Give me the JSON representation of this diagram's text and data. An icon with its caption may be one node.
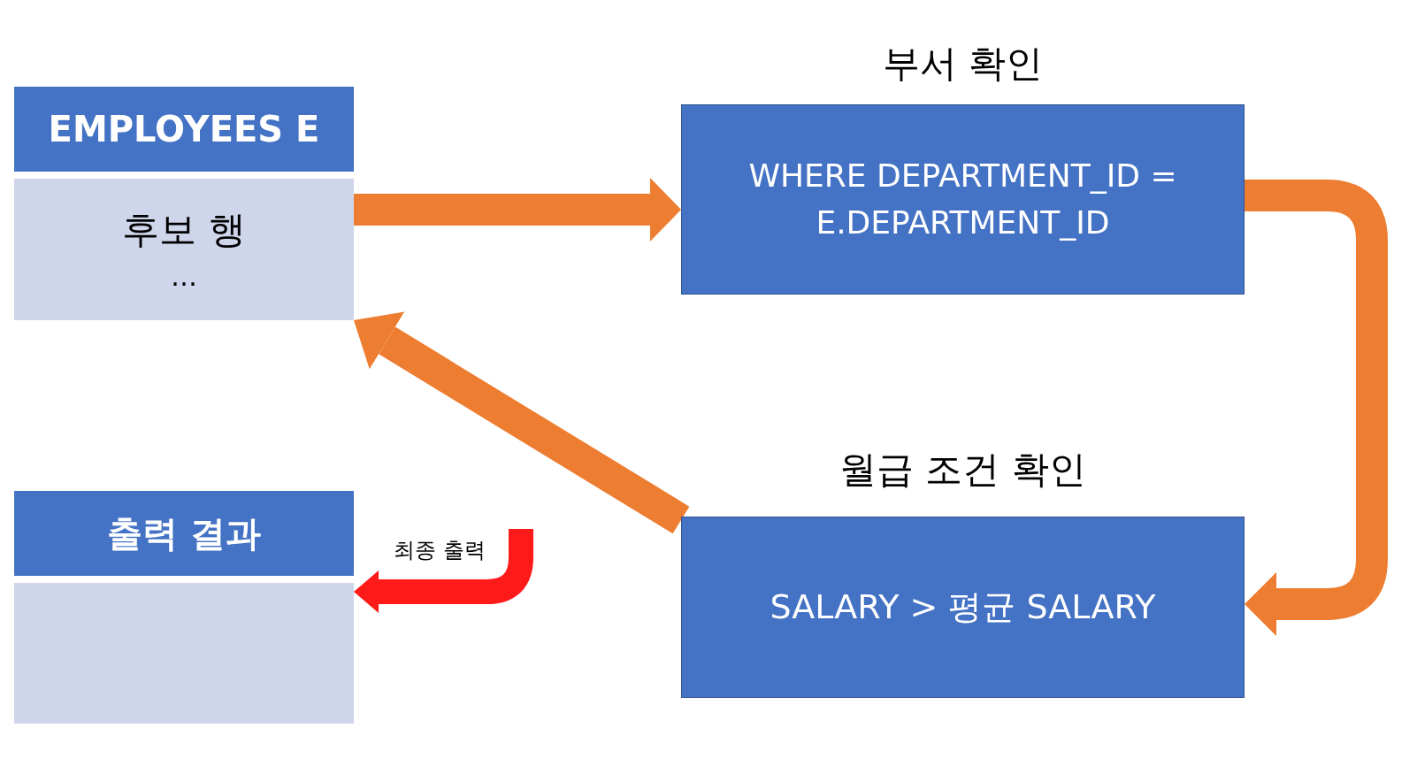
{
  "diagram": {
    "nodes": [
      {
        "text": [
          "EMPLOYEES E"
        ]
      },
      {
        "text": [
          "후보 행",
          "…"
        ]
      },
      {
        "text": [
          "출력 결과"
        ]
      },
      {
        "text": [],
        "shape": "box"
      },
      {
        "text": [
          "부서 확인",
          "WHERE DEPARTMENT_ID = E.DEPARTMENT_ID"
        ]
      },
      {
        "text": [
          "월급 조건 확인",
          "SALARY > 평균 SALARY"
        ]
      }
    ],
    "edges": [
      {
        "from": 1,
        "to": 4,
        "arrow": "to"
      },
      {
        "from": 4,
        "to": 5,
        "arrow": "to"
      },
      {
        "from": 5,
        "to": 1,
        "arrow": "to"
      },
      {
        "from": null,
        "to": 3,
        "arrow": "to",
        "label": "최종 출력",
        "color": "#ff1a1a"
      }
    ]
  }
}
